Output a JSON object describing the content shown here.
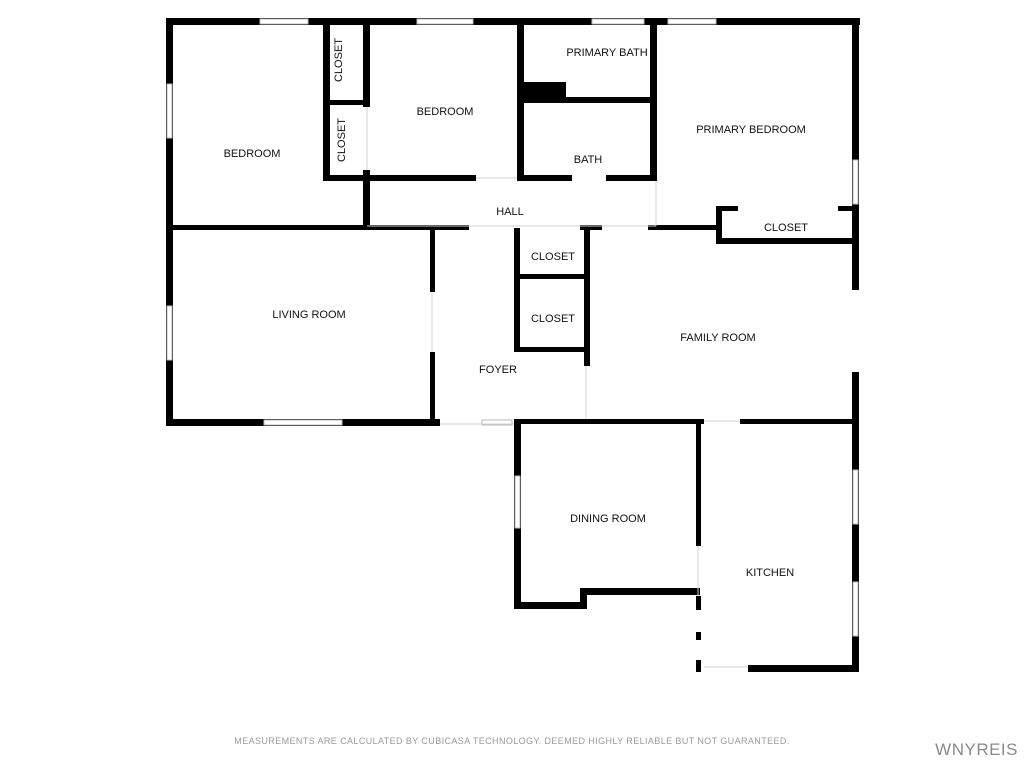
{
  "rooms": {
    "bedroom_west": "BEDROOM",
    "closet_upper": "CLOSET",
    "closet_lower": "CLOSET",
    "bedroom_center": "BEDROOM",
    "primary_bath": "PRIMARY BATH",
    "bath": "BATH",
    "primary_bedroom": "PRIMARY BEDROOM",
    "hall": "HALL",
    "closet_primary": "CLOSET",
    "living_room": "LIVING ROOM",
    "closet_foyer_upper": "CLOSET",
    "closet_foyer_lower": "CLOSET",
    "family_room": "FAMILY ROOM",
    "foyer": "FOYER",
    "dining_room": "DINING ROOM",
    "kitchen": "KITCHEN"
  },
  "footer": {
    "disclaimer": "MEASUREMENTS ARE CALCULATED BY CUBICASA TECHNOLOGY. DEEMED HIGHLY RELIABLE BUT NOT GUARANTEED.",
    "brand": "WNYREIS"
  }
}
